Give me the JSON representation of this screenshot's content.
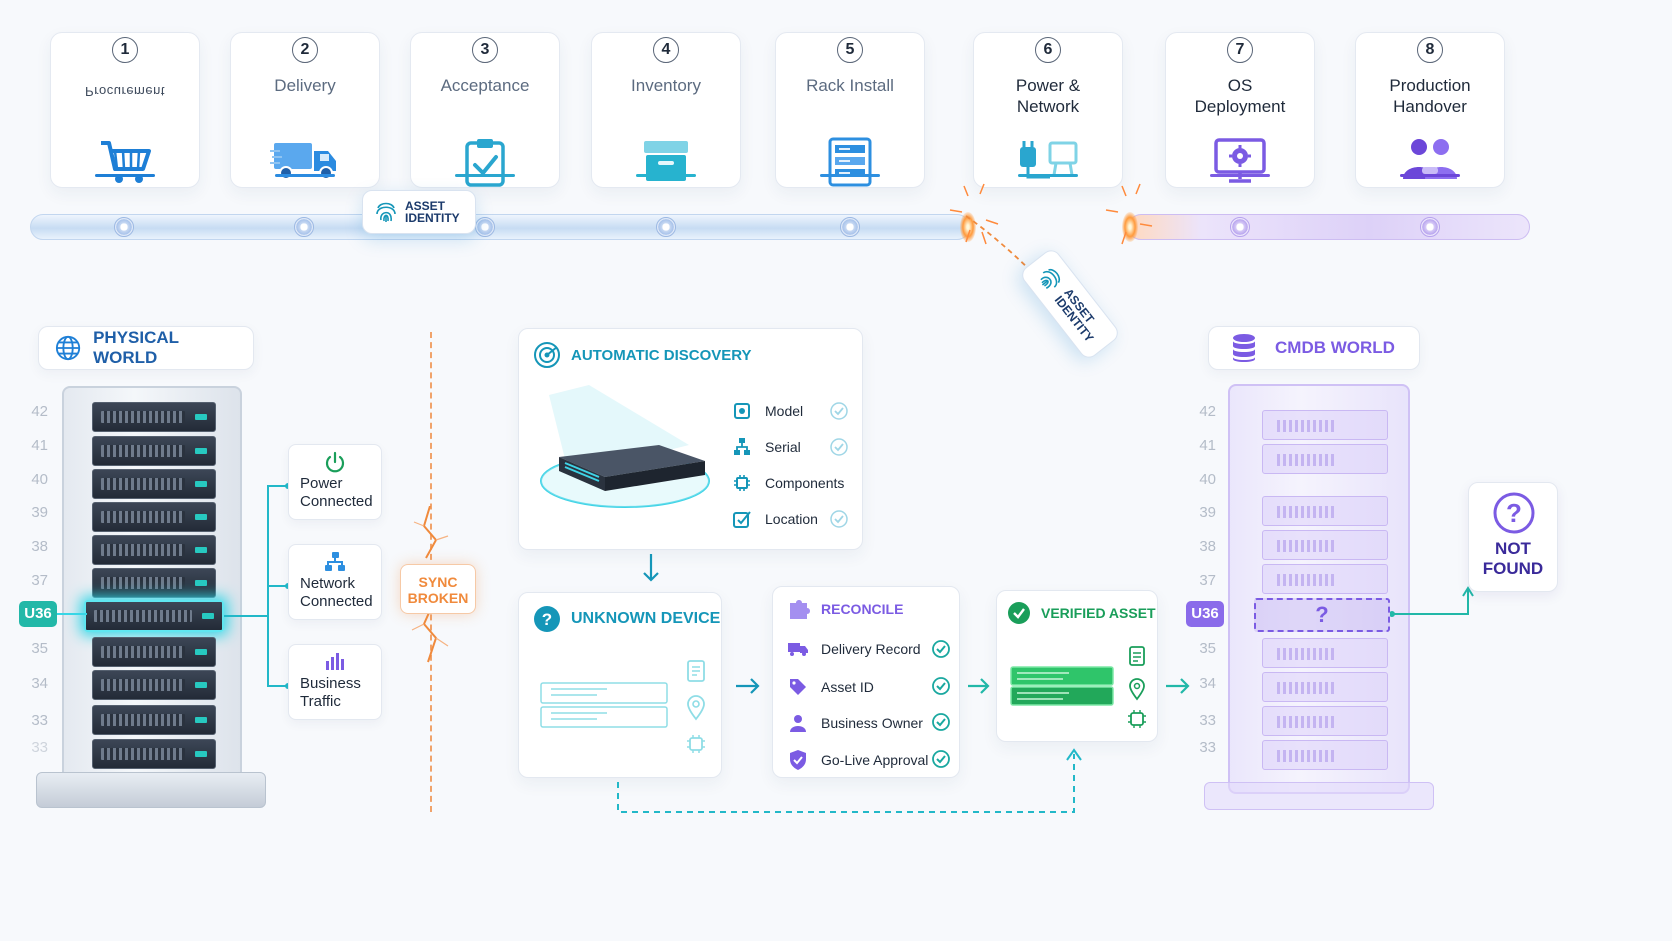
{
  "stages": [
    {
      "num": "1",
      "label": "Procurement",
      "icon": "cart-icon",
      "color": "#1e7fd6"
    },
    {
      "num": "2",
      "label": "Delivery",
      "icon": "truck-icon",
      "color": "#2b8be0"
    },
    {
      "num": "3",
      "label": "Acceptance",
      "icon": "clipboard-check-icon",
      "color": "#2aa6cf"
    },
    {
      "num": "4",
      "label": "Inventory",
      "icon": "archive-box-icon",
      "color": "#27b3cf"
    },
    {
      "num": "5",
      "label": "Rack Install",
      "icon": "server-rack-icon",
      "color": "#2d8fe0"
    },
    {
      "num": "6",
      "label": "Power &\nNetwork",
      "icon": "plug-network-icon",
      "color": "#2aa6cf"
    },
    {
      "num": "7",
      "label": "OS\nDeployment",
      "icon": "monitor-gear-icon",
      "color": "#7b5be3"
    },
    {
      "num": "8",
      "label": "Production\nHandover",
      "icon": "handshake-people-icon",
      "color": "#6c47d9"
    }
  ],
  "identity_tag": {
    "line1": "ASSET",
    "line2": "IDENTITY"
  },
  "physical": {
    "title": "PHYSICAL WORLD",
    "rack_units": [
      "42",
      "41",
      "40",
      "39",
      "38",
      "37",
      "35",
      "34",
      "33",
      "33"
    ],
    "highlight_unit": "U36",
    "status": [
      {
        "label": "Power\nConnected",
        "icon": "power-icon"
      },
      {
        "label": "Network\nConnected",
        "icon": "network-icon"
      },
      {
        "label": "Business\nTraffic",
        "icon": "bar-chart-icon"
      }
    ],
    "accent": "#22b8c8"
  },
  "sync": {
    "line1": "SYNC",
    "line2": "BROKEN",
    "color": "#f08a3c"
  },
  "discovery": {
    "title": "AUTOMATIC DISCOVERY",
    "items": [
      "Model",
      "Serial",
      "Components",
      "Location"
    ],
    "accent": "#1596b8"
  },
  "unknown": {
    "title": "UNKNOWN DEVICE",
    "accent": "#1596b8"
  },
  "reconcile": {
    "title": "RECONCILE",
    "items": [
      "Delivery Record",
      "Asset ID",
      "Business Owner",
      "Go-Live Approval"
    ],
    "accent": "#7b5be3"
  },
  "verified": {
    "title": "VERIFIED ASSET",
    "accent": "#1a9e5a"
  },
  "cmdb": {
    "title": "CMDB WORLD",
    "rack_units": [
      "42",
      "41",
      "40",
      "39",
      "38",
      "37",
      "35",
      "34",
      "33",
      "33"
    ],
    "highlight_unit": "U36",
    "question": "?",
    "accent": "#7b5be3"
  },
  "not_found": {
    "line1": "NOT",
    "line2": "FOUND",
    "symbol": "?"
  }
}
